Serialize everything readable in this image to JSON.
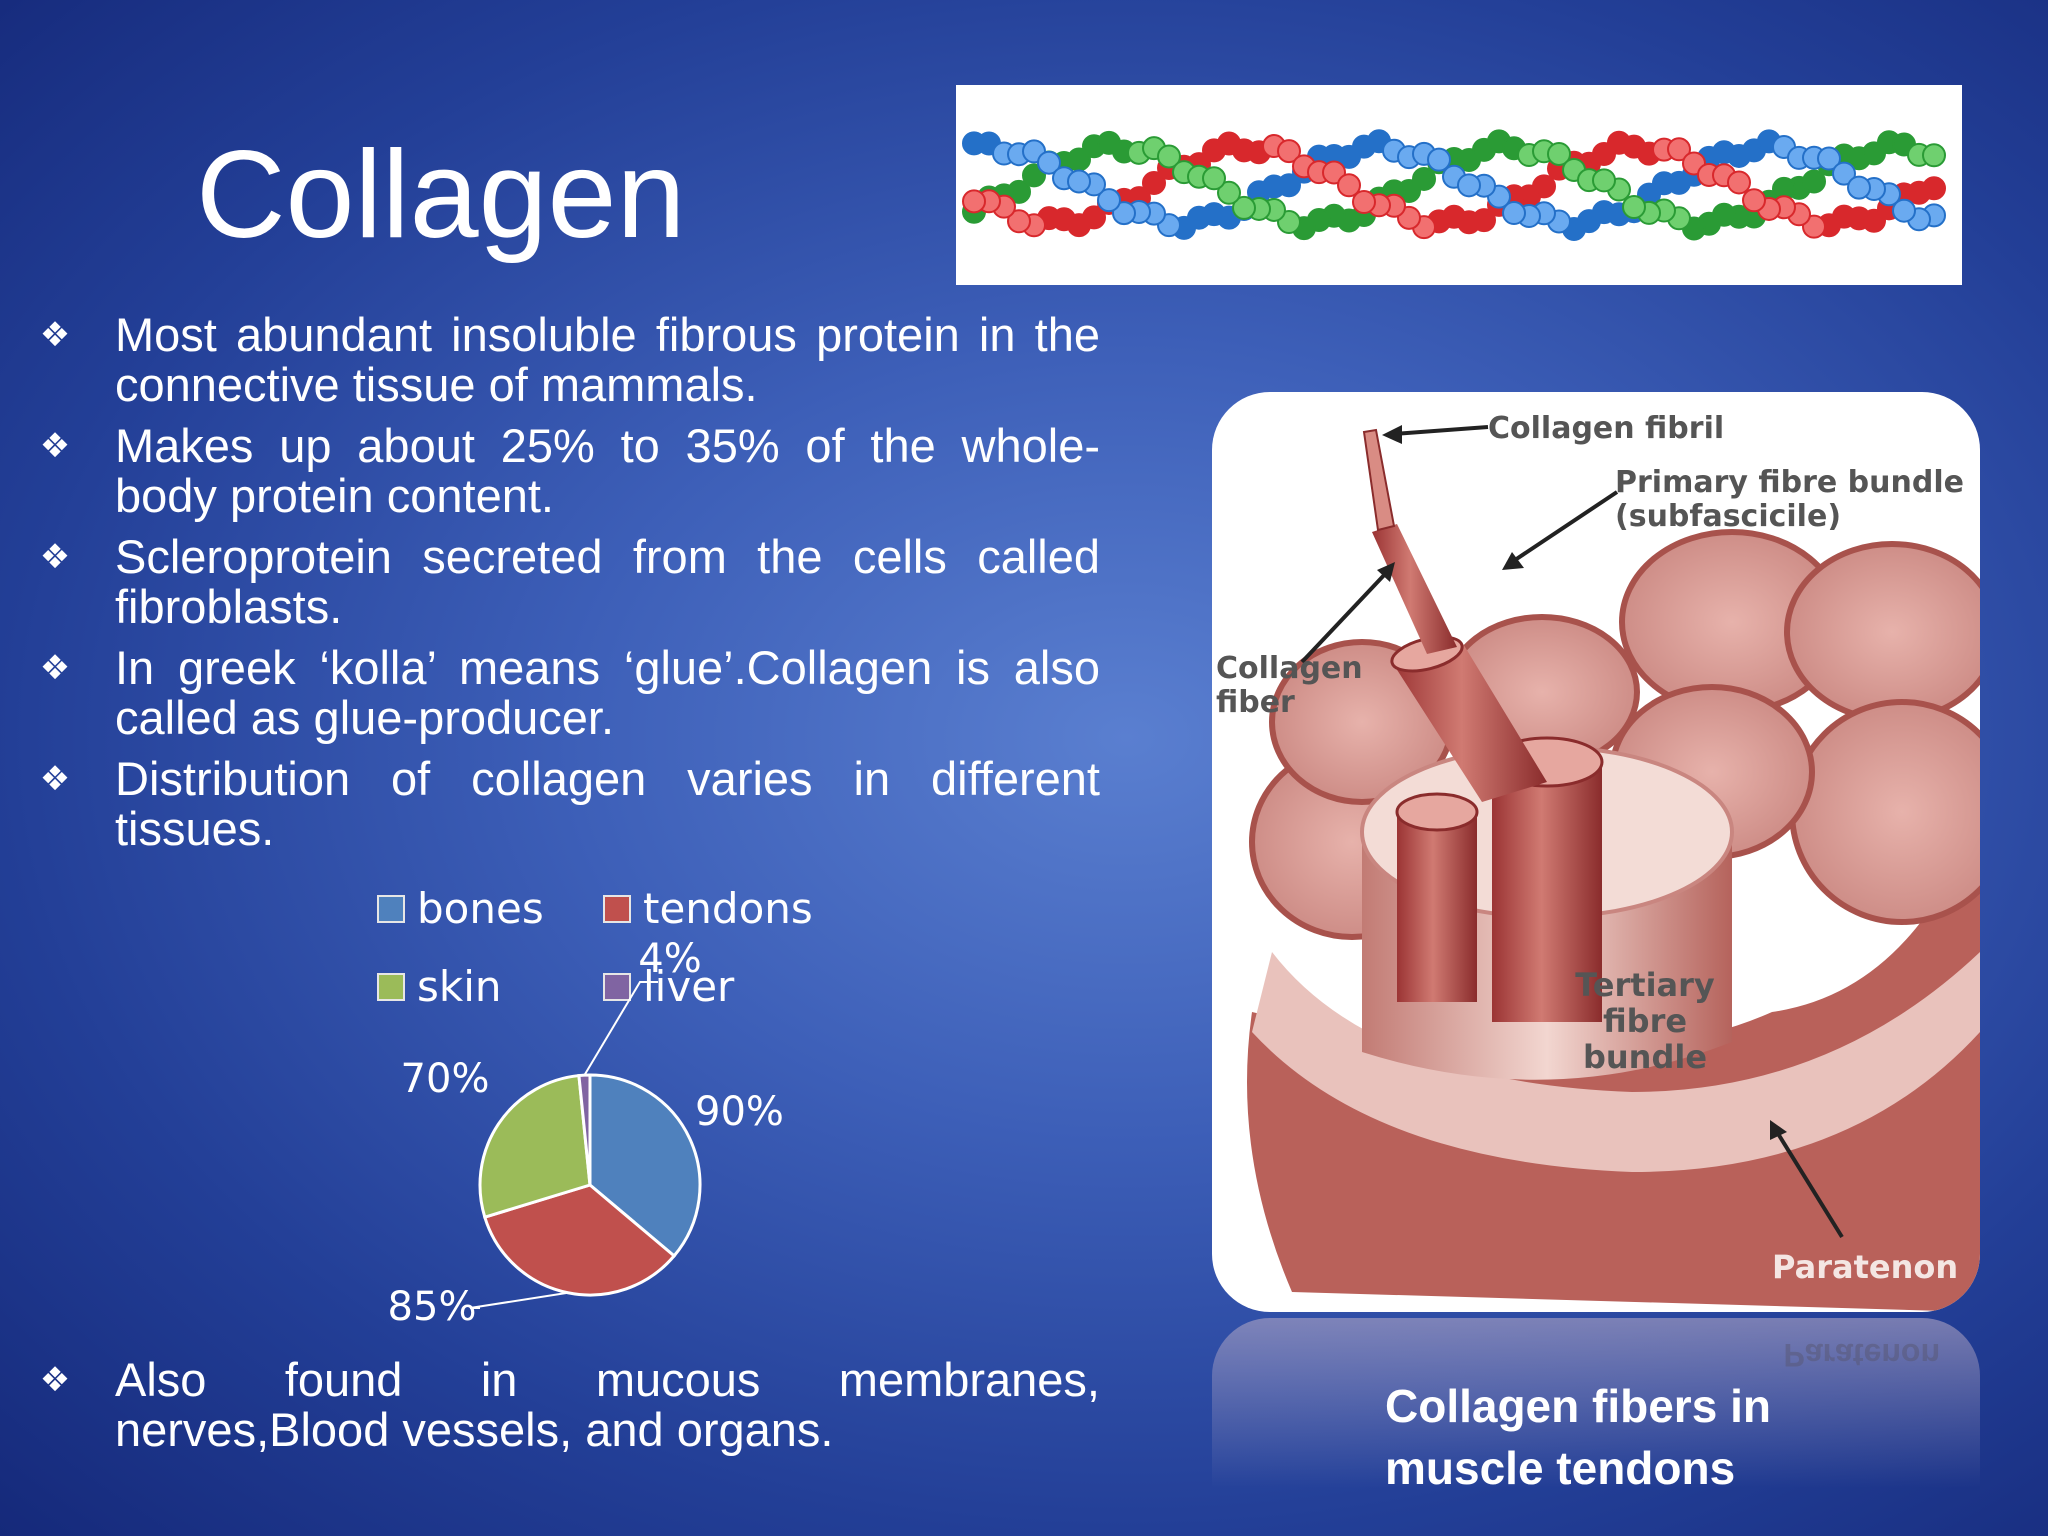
{
  "slide": {
    "title": "Collagen",
    "bullets": [
      {
        "marker": "❖",
        "text": "Most abundant insoluble fibrous protein in the connective tissue of mammals."
      },
      {
        "marker": "❖",
        "text": "Makes up about 25% to 35% of the whole-body protein content."
      },
      {
        "marker": "❖",
        "text": "Scleroprotein secreted from the cells called fibroblasts."
      },
      {
        "marker": "❖",
        "text": "In greek  ‘kolla’ means ‘glue’.Collagen is also called as glue-producer."
      },
      {
        "marker": "❖",
        "text": "Distribution of collagen varies  in different tissues."
      },
      {
        "marker": "❖",
        "text": "Also found in mucous membranes, nerves,Blood vessels, and organs."
      }
    ],
    "caption": "Collagen fibers in muscle tendons",
    "reflection_label": "Paratenon"
  },
  "chart_data": {
    "type": "pie",
    "categories": [
      "bones",
      "tendons",
      "skin",
      "liver"
    ],
    "values": [
      90,
      85,
      70,
      4
    ],
    "data_labels": [
      "90%",
      "85%",
      "70%",
      "4%"
    ],
    "colors": [
      "#4f81bd",
      "#c0504d",
      "#9bbb59",
      "#8064a2"
    ],
    "legend_position": "top"
  },
  "illustration": {
    "labels": {
      "fibril": "Collagen fibril",
      "primary_line1": "Primary fibre bundle",
      "primary_line2": "(subfascicile)",
      "fiber_line1": "Collagen",
      "fiber_line2": "fiber",
      "tertiary_line1": "Tertiary",
      "tertiary_line2": "fibre",
      "tertiary_line3": "bundle",
      "paratenon": "Paratenon"
    }
  }
}
